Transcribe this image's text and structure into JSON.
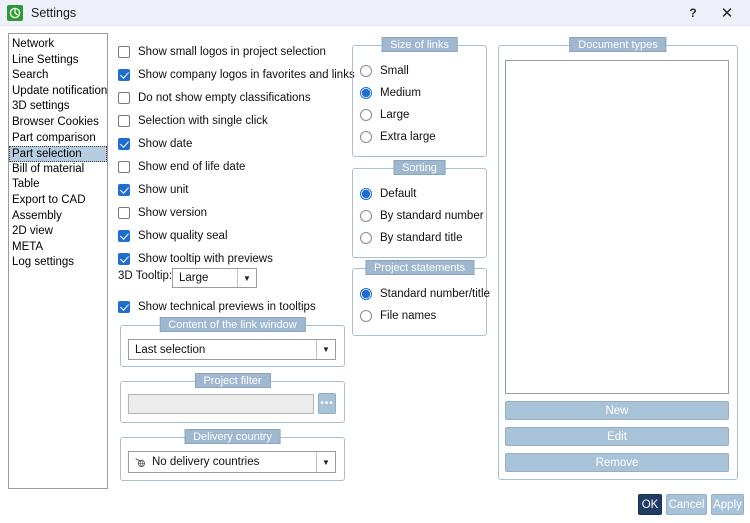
{
  "window": {
    "title": "Settings",
    "app_icon": "settings-gear-icon",
    "help_label": "?",
    "close_label": "✕"
  },
  "sidebar": {
    "selected": "Part selection",
    "items": [
      {
        "label": "Network"
      },
      {
        "label": "Line Settings"
      },
      {
        "label": "Search"
      },
      {
        "label": "Update notification"
      },
      {
        "label": "3D settings"
      },
      {
        "label": "Browser Cookies"
      },
      {
        "label": "Part comparison"
      },
      {
        "label": "Part selection"
      },
      {
        "label": "Bill of material"
      },
      {
        "label": "Table"
      },
      {
        "label": "Export to CAD"
      },
      {
        "label": "Assembly"
      },
      {
        "label": "2D view"
      },
      {
        "label": "META"
      },
      {
        "label": "Log settings"
      }
    ]
  },
  "checkboxes": [
    {
      "label": "Show small logos in project selection",
      "checked": false
    },
    {
      "label": "Show company logos in favorites and links",
      "checked": true
    },
    {
      "label": "Do not show empty classifications",
      "checked": false
    },
    {
      "label": "Selection with single click",
      "checked": false
    },
    {
      "label": "Show date",
      "checked": true
    },
    {
      "label": "Show end of life date",
      "checked": false
    },
    {
      "label": "Show unit",
      "checked": true
    },
    {
      "label": "Show version",
      "checked": false
    },
    {
      "label": "Show quality seal",
      "checked": true
    },
    {
      "label": "Show tooltip with previews",
      "checked": true
    }
  ],
  "tooltip3d": {
    "label": "3D Tooltip:",
    "value": "Large",
    "arrow": "▼"
  },
  "technical_previews": {
    "label": "Show technical previews in tooltips",
    "checked": true
  },
  "link_window": {
    "legend": "Content of the link window",
    "value": "Last selection",
    "arrow": "▼"
  },
  "project_filter": {
    "legend": "Project filter",
    "value": "",
    "browse_label": "•••"
  },
  "delivery_country": {
    "legend": "Delivery country",
    "icon": "globe-icon",
    "value": "No delivery countries",
    "arrow": "▼"
  },
  "size_of_links": {
    "legend": "Size of links",
    "options": [
      {
        "label": "Small",
        "selected": false
      },
      {
        "label": "Medium",
        "selected": true
      },
      {
        "label": "Large",
        "selected": false
      },
      {
        "label": "Extra large",
        "selected": false
      }
    ]
  },
  "sorting": {
    "legend": "Sorting",
    "options": [
      {
        "label": "Default",
        "selected": true
      },
      {
        "label": "By standard number",
        "selected": false
      },
      {
        "label": "By standard title",
        "selected": false
      }
    ]
  },
  "project_statements": {
    "legend": "Project statements",
    "options": [
      {
        "label": "Standard number/title",
        "selected": true
      },
      {
        "label": "File names",
        "selected": false
      }
    ]
  },
  "document_types": {
    "legend": "Document types",
    "list_items": [],
    "buttons": [
      {
        "label": "New"
      },
      {
        "label": "Edit"
      },
      {
        "label": "Remove"
      }
    ]
  },
  "footer": {
    "ok": "OK",
    "cancel": "Cancel",
    "apply": "Apply"
  },
  "colors": {
    "titlebar_bg": "#eef1fa",
    "accent_blue": "#1f6fd0",
    "group_legend_bg": "#9fb8cf",
    "button_blue": "#a8c2d8",
    "primary_dark": "#1f3b66",
    "selection_bg": "#b6cce0",
    "app_icon_green": "#2e9a32"
  }
}
